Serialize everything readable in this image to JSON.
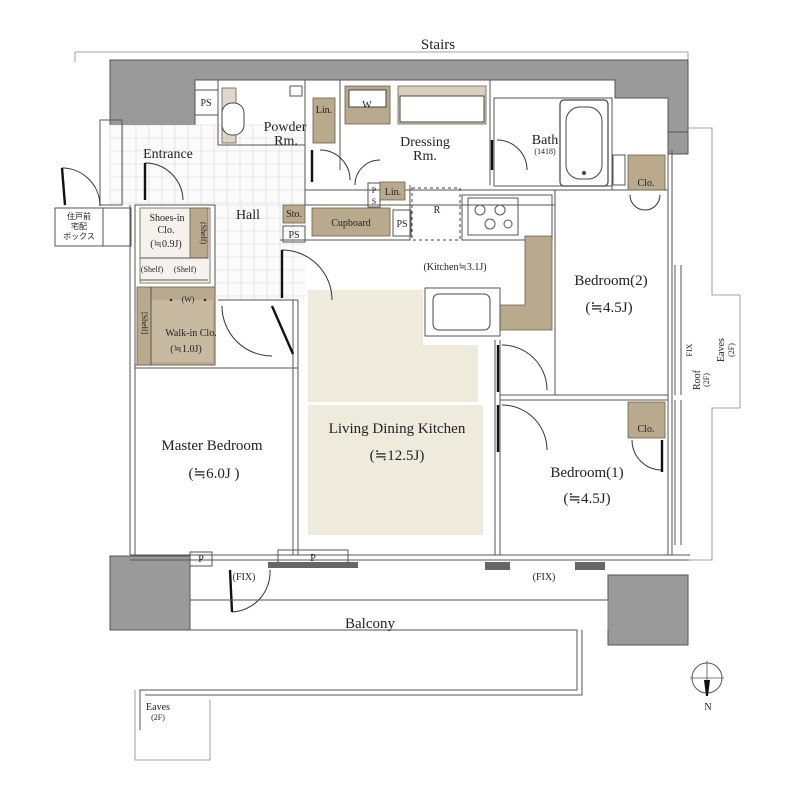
{
  "labels": {
    "stairs": "Stairs",
    "ps": "PS",
    "powder": "Powder",
    "powder_rm": "Rm.",
    "lin": "Lin.",
    "w": "W",
    "dressing": "Dressing",
    "dressing_rm": "Rm.",
    "bath": "Bath",
    "bath_size": "(1418)",
    "entrance": "Entrance",
    "hall": "Hall",
    "sto": "Sto.",
    "cupboard": "Cupboard",
    "ps_small": "P\nS",
    "r": "R",
    "clo": "Clo.",
    "kitchen": "(Kitchen≒3.1J)",
    "bedroom2": "Bedroom(2)",
    "bedroom2_size": "(≒4.5J)",
    "shoes_clo": "Shoes-in",
    "shoes_clo2": "Clo.",
    "shoes_size": "(≒0.9J)",
    "shelf": "(Shelf)",
    "shelf_bracket": "[Shelf]",
    "walkin_w": "(W)",
    "walkin": "Walk-in Clo.",
    "walkin_size": "(≒1.0J)",
    "master": "Master Bedroom",
    "master_size": "(≒6.0J )",
    "ldk": "Living Dining Kitchen",
    "ldk_size": "(≒12.5J)",
    "bedroom1": "Bedroom(1)",
    "bedroom1_size": "(≒4.5J)",
    "p": "P",
    "fix": "(FIX)",
    "balcony": "Balcony",
    "eaves": "Eaves",
    "eaves_2f": "(2F)",
    "roof": "Roof",
    "roof_2f": "(2F)",
    "fix_vertical": "FIX",
    "delivery_box_1": "住戸前",
    "delivery_box_2": "宅配",
    "delivery_box_3": "ボックス",
    "north": "N"
  }
}
